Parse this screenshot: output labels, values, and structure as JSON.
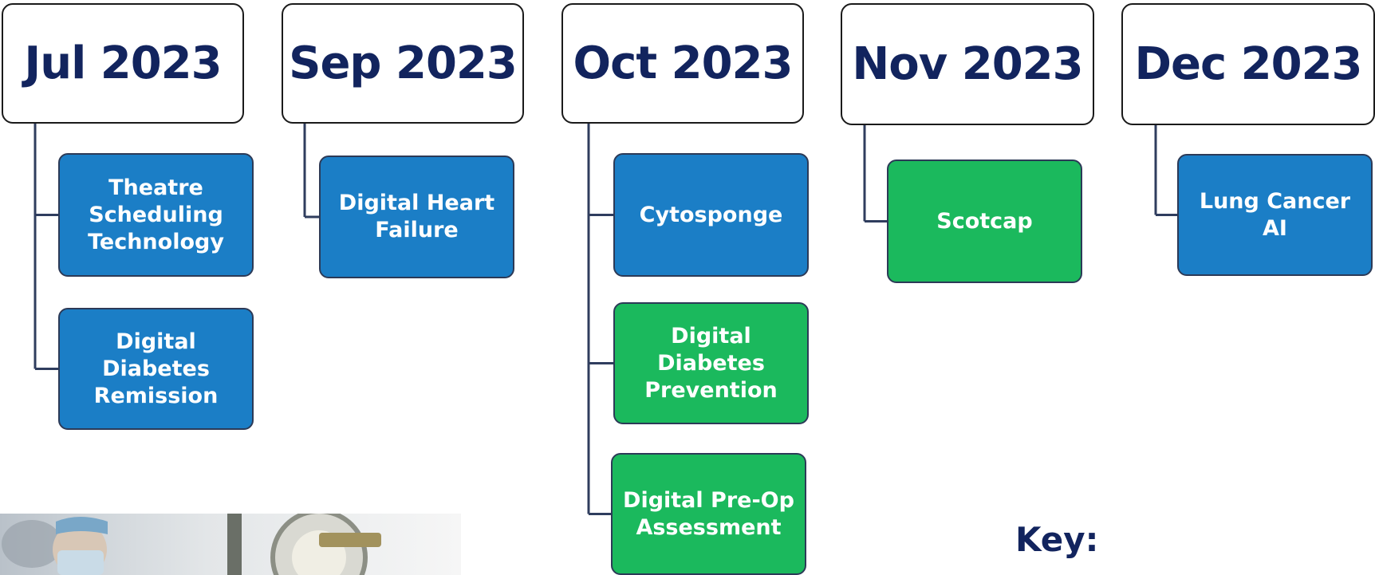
{
  "columns": [
    {
      "header": "Jul 2023",
      "items": [
        {
          "label": "Theatre\nScheduling\nTechnology",
          "status": "blue"
        },
        {
          "label": "Digital\nDiabetes\nRemission",
          "status": "blue"
        }
      ]
    },
    {
      "header": "Sep 2023",
      "items": [
        {
          "label": "Digital Heart\nFailure",
          "status": "blue"
        }
      ]
    },
    {
      "header": "Oct 2023",
      "items": [
        {
          "label": "Cytosponge",
          "status": "blue"
        },
        {
          "label": "Digital\nDiabetes\nPrevention",
          "status": "green"
        },
        {
          "label": "Digital Pre-Op\nAssessment",
          "status": "green"
        }
      ]
    },
    {
      "header": "Nov 2023",
      "items": [
        {
          "label": "Scotcap",
          "status": "green"
        }
      ]
    },
    {
      "header": "Dec 2023",
      "items": [
        {
          "label": "Lung Cancer\nAI",
          "status": "blue"
        }
      ]
    }
  ],
  "key": {
    "label": "Key:"
  },
  "colors": {
    "blue": "#1b7ec6",
    "green": "#1bb95d",
    "header_text": "#12245e",
    "connector": "#2f3d5e"
  },
  "photo": {
    "icon": "surgery-photo"
  }
}
